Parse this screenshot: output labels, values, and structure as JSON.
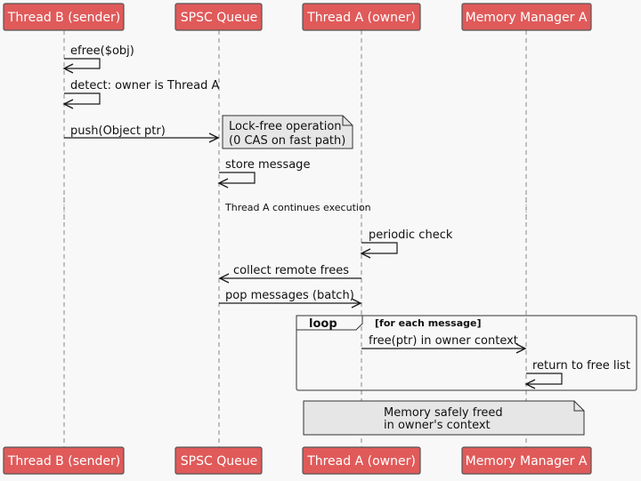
{
  "participants": [
    {
      "id": "thread_b",
      "name": "Thread B (sender)"
    },
    {
      "id": "spsc_queue",
      "name": "SPSC Queue"
    },
    {
      "id": "thread_a",
      "name": "Thread A (owner)"
    },
    {
      "id": "memory_manager_a",
      "name": "Memory Manager A"
    }
  ],
  "messages": [
    {
      "id": "efree",
      "from": "thread_b",
      "to": "thread_b",
      "label": "efree($obj)"
    },
    {
      "id": "detect",
      "from": "thread_b",
      "to": "thread_b",
      "label": "detect: owner is Thread A"
    },
    {
      "id": "push",
      "from": "thread_b",
      "to": "spsc_queue",
      "label": "push(Object ptr)"
    },
    {
      "id": "store",
      "from": "spsc_queue",
      "to": "spsc_queue",
      "label": "store message"
    },
    {
      "id": "periodic",
      "from": "thread_a",
      "to": "thread_a",
      "label": "periodic check"
    },
    {
      "id": "collect",
      "from": "thread_a",
      "to": "spsc_queue",
      "label": "collect remote frees"
    },
    {
      "id": "pop",
      "from": "spsc_queue",
      "to": "thread_a",
      "label": "pop messages (batch)"
    },
    {
      "id": "free",
      "from": "thread_a",
      "to": "memory_manager_a",
      "label": "free(ptr) in owner context"
    },
    {
      "id": "return",
      "from": "memory_manager_a",
      "to": "memory_manager_a",
      "label": "return to free list"
    }
  ],
  "notes": {
    "lock_free": [
      "Lock-free operation",
      "(0 CAS on fast path)"
    ],
    "memory_freed": [
      "Memory safely freed",
      "in owner's context"
    ]
  },
  "divider": {
    "label": "Thread A continues execution"
  },
  "loop": {
    "keyword": "loop",
    "condition": "[for each message]"
  },
  "colors": {
    "participant_fill": "#e05a5a",
    "participant_text": "#ffffff",
    "note_fill": "#e6e6e6",
    "background": "#f8f8f8"
  }
}
